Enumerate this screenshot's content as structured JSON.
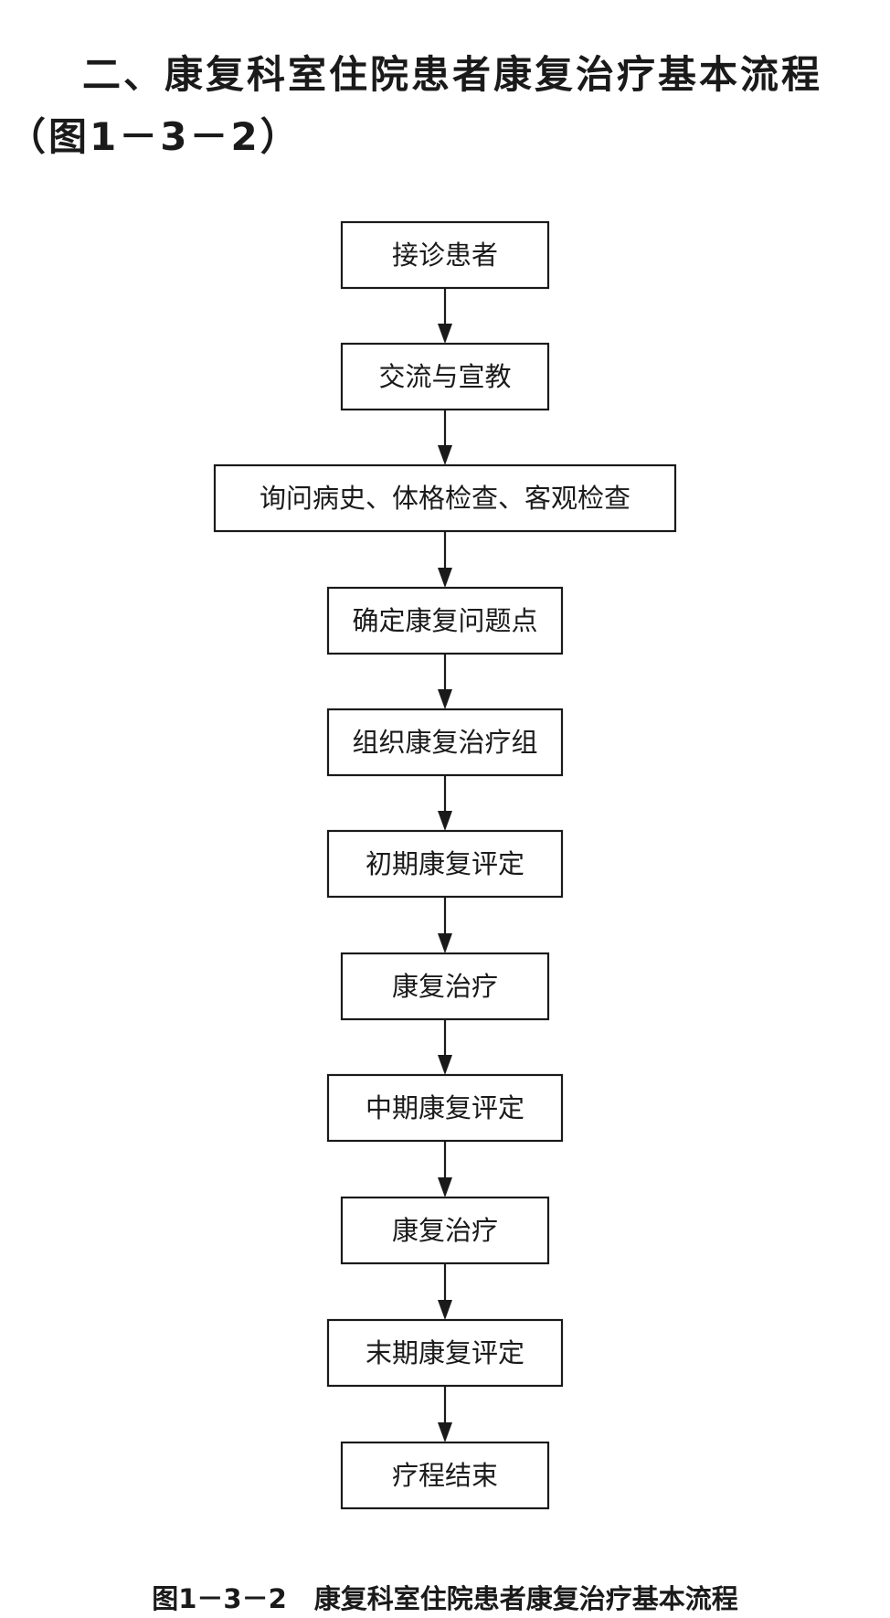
{
  "heading": {
    "text": "二、康复科室住院患者康复治疗基本流程（图1－3－2）"
  },
  "flowchart": {
    "nodes": [
      {
        "id": "n1",
        "label": "接诊患者"
      },
      {
        "id": "n2",
        "label": "交流与宣教"
      },
      {
        "id": "n3",
        "label": "询问病史、体格检查、客观检查"
      },
      {
        "id": "n4",
        "label": "确定康复问题点"
      },
      {
        "id": "n5",
        "label": "组织康复治疗组"
      },
      {
        "id": "n6",
        "label": "初期康复评定"
      },
      {
        "id": "n7",
        "label": "康复治疗"
      },
      {
        "id": "n8",
        "label": "中期康复评定"
      },
      {
        "id": "n9",
        "label": "康复治疗"
      },
      {
        "id": "n10",
        "label": "末期康复评定"
      },
      {
        "id": "n11",
        "label": "疗程结束"
      }
    ],
    "edges": [
      {
        "from": "n1",
        "to": "n2"
      },
      {
        "from": "n2",
        "to": "n3"
      },
      {
        "from": "n3",
        "to": "n4"
      },
      {
        "from": "n4",
        "to": "n5"
      },
      {
        "from": "n5",
        "to": "n6"
      },
      {
        "from": "n6",
        "to": "n7"
      },
      {
        "from": "n7",
        "to": "n8"
      },
      {
        "from": "n8",
        "to": "n9"
      },
      {
        "from": "n9",
        "to": "n10"
      },
      {
        "from": "n10",
        "to": "n11"
      }
    ]
  },
  "caption": {
    "number": "图1－3－2",
    "title": "康复科室住院患者康复治疗基本流程"
  }
}
